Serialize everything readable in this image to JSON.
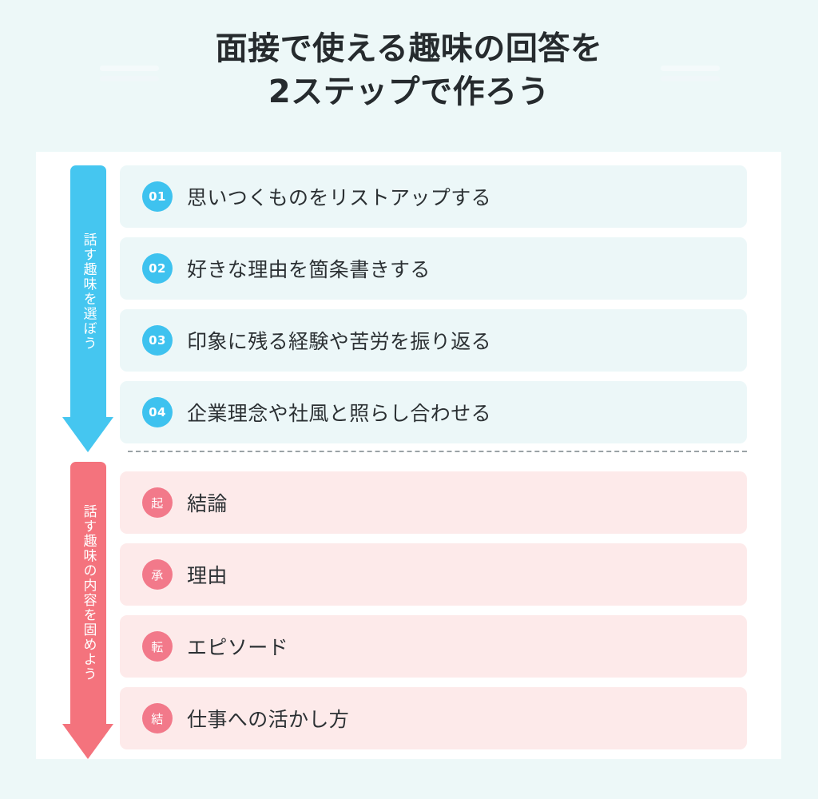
{
  "page": {
    "background_color": "#edf8f8",
    "card_background": "#ffffff"
  },
  "header": {
    "title_line1": "面接で使える趣味の回答を",
    "title_line2": "2ステップで作ろう",
    "decoration_left": "deco-lines-left",
    "decoration_right": "deco-lines-right"
  },
  "sections": [
    {
      "id": "step-1",
      "accent_color": "#45c6f0",
      "row_background": "#ecf7f8",
      "badge_color": "#3ec2ef",
      "arrow_label": "話す趣味を選ぼう",
      "rows": [
        {
          "badge": "01",
          "text": "思いつくものをリストアップする"
        },
        {
          "badge": "02",
          "text": "好きな理由を箇条書きする"
        },
        {
          "badge": "03",
          "text": "印象に残る経験や苦労を振り返る"
        },
        {
          "badge": "04",
          "text": "企業理念や社風と照らし合わせる"
        }
      ]
    },
    {
      "id": "step-2",
      "accent_color": "#f4737d",
      "row_background": "#fdeaea",
      "badge_color": "#f2798a",
      "arrow_label": "話す趣味の内容を固めよう",
      "rows": [
        {
          "badge": "起",
          "text": "結論"
        },
        {
          "badge": "承",
          "text": "理由"
        },
        {
          "badge": "転",
          "text": "エピソード"
        },
        {
          "badge": "結",
          "text": "仕事への活かし方"
        }
      ]
    }
  ],
  "divider": {
    "style": "dashed",
    "color": "#9aa2a6"
  }
}
